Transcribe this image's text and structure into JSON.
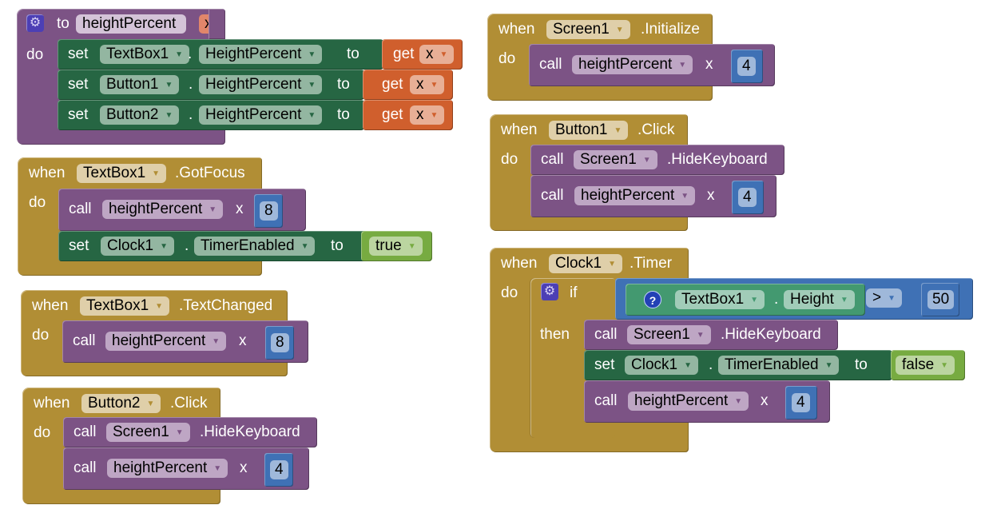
{
  "workspace": "App Inventor Blocks Editor",
  "procedure": {
    "keyword_to": "to",
    "keyword_do": "do",
    "name": "heightPercent",
    "param": "x",
    "statements": [
      {
        "kw_set": "set",
        "component": "TextBox1",
        "property": "HeightPercent",
        "kw_to": "to",
        "kw_get": "get",
        "var": "x"
      },
      {
        "kw_set": "set",
        "component": "Button1",
        "property": "HeightPercent",
        "kw_to": "to",
        "kw_get": "get",
        "var": "x"
      },
      {
        "kw_set": "set",
        "component": "Button2",
        "property": "HeightPercent",
        "kw_to": "to",
        "kw_get": "get",
        "var": "x"
      }
    ]
  },
  "events": [
    {
      "kw_when": "when",
      "kw_do": "do",
      "component": "TextBox1",
      "event": ".GotFocus",
      "call": {
        "kw": "call",
        "proc": "heightPercent",
        "arg_label": "x",
        "value": "8"
      },
      "set": {
        "kw_set": "set",
        "component": "Clock1",
        "property": "TimerEnabled",
        "kw_to": "to",
        "value": "true"
      }
    },
    {
      "kw_when": "when",
      "kw_do": "do",
      "component": "TextBox1",
      "event": ".TextChanged",
      "call": {
        "kw": "call",
        "proc": "heightPercent",
        "arg_label": "x",
        "value": "8"
      }
    },
    {
      "kw_when": "when",
      "kw_do": "do",
      "component": "Button2",
      "event": ".Click",
      "hide": {
        "kw": "call",
        "component": "Screen1",
        "method": ".HideKeyboard"
      },
      "call": {
        "kw": "call",
        "proc": "heightPercent",
        "arg_label": "x",
        "value": "4"
      }
    },
    {
      "kw_when": "when",
      "kw_do": "do",
      "component": "Screen1",
      "event": ".Initialize",
      "call": {
        "kw": "call",
        "proc": "heightPercent",
        "arg_label": "x",
        "value": "4"
      }
    },
    {
      "kw_when": "when",
      "kw_do": "do",
      "component": "Button1",
      "event": ".Click",
      "hide": {
        "kw": "call",
        "component": "Screen1",
        "method": ".HideKeyboard"
      },
      "call": {
        "kw": "call",
        "proc": "heightPercent",
        "arg_label": "x",
        "value": "4"
      }
    },
    {
      "kw_when": "when",
      "kw_do": "do",
      "component": "Clock1",
      "event": ".Timer",
      "if": {
        "kw_if": "if",
        "kw_then": "then",
        "cond": {
          "help": "?",
          "component": "TextBox1",
          "property": "Height",
          "op": ">",
          "value": "50"
        },
        "hide": {
          "kw": "call",
          "component": "Screen1",
          "method": ".HideKeyboard"
        },
        "set": {
          "kw_set": "set",
          "component": "Clock1",
          "property": "TimerEnabled",
          "kw_to": "to",
          "value": "false"
        },
        "call": {
          "kw": "call",
          "proc": "heightPercent",
          "arg_label": "x",
          "value": "4"
        }
      }
    }
  ],
  "common": {
    "dot": ".",
    "dropdown_arrow": "▼",
    "gear": "⚙"
  }
}
